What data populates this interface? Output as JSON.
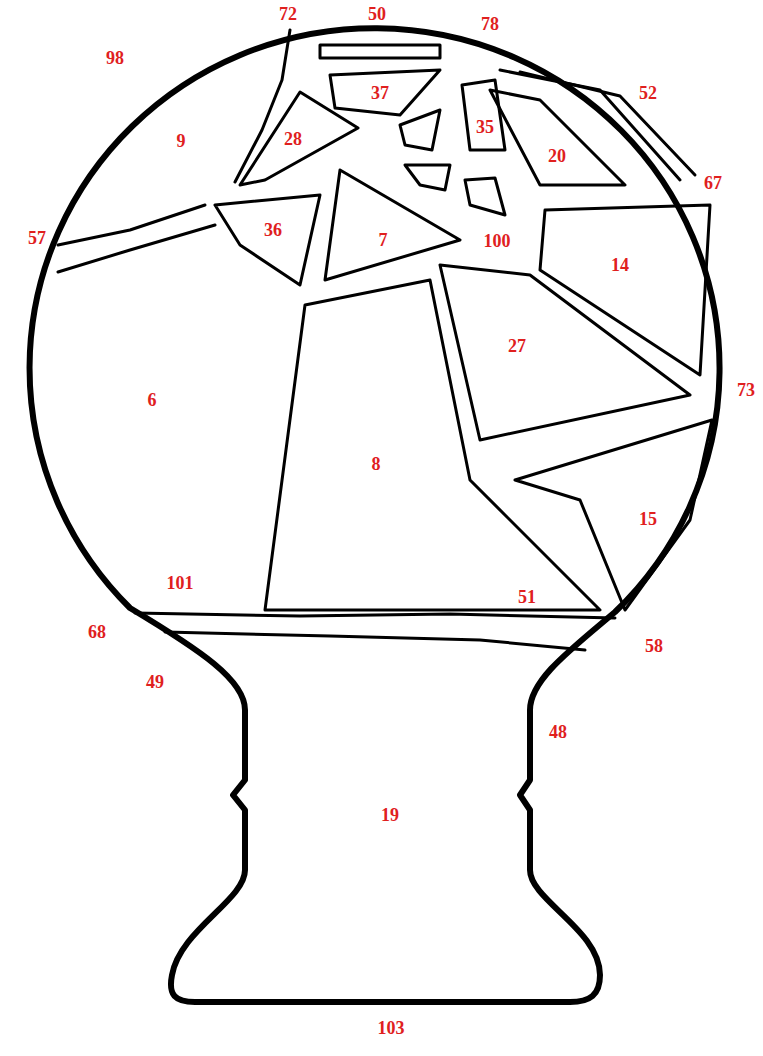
{
  "diagram": {
    "labels": [
      "72",
      "50",
      "78",
      "98",
      "37",
      "52",
      "9",
      "28",
      "35",
      "20",
      "67",
      "57",
      "36",
      "7",
      "100",
      "14",
      "27",
      "6",
      "73",
      "8",
      "15",
      "101",
      "51",
      "68",
      "58",
      "49",
      "48",
      "19",
      "103"
    ]
  }
}
